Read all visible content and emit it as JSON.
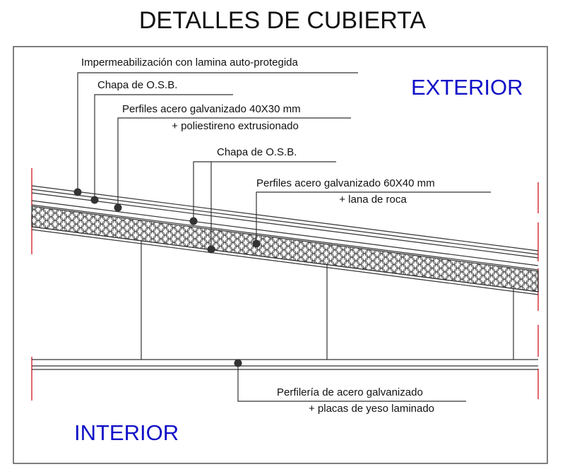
{
  "title": "DETALLES DE CUBIERTA",
  "zones": {
    "exterior": "EXTERIOR",
    "interior": "INTERIOR"
  },
  "callouts": [
    {
      "id": "impermeabilizacion",
      "line1": "Impermeabilización con lamina auto-protegida",
      "line2": ""
    },
    {
      "id": "chapa-osb-1",
      "line1": "Chapa de O.S.B.",
      "line2": ""
    },
    {
      "id": "perfiles-40x30",
      "line1": "Perfiles acero galvanizado 40X30 mm",
      "line2": "+ poliestireno extrusionado"
    },
    {
      "id": "chapa-osb-2",
      "line1": "Chapa de O.S.B.",
      "line2": ""
    },
    {
      "id": "perfiles-60x40",
      "line1": "Perfiles acero galvanizado 60X40 mm",
      "line2": "+ lana de roca"
    },
    {
      "id": "perfileria-techo",
      "line1": "Perfilería de acero galvanizado",
      "line2": "+ placas de yeso laminado"
    }
  ],
  "colors": {
    "zone_text": "#1010c8",
    "axis_red": "#d9363e",
    "line": "#333333",
    "frame": "#555555"
  }
}
